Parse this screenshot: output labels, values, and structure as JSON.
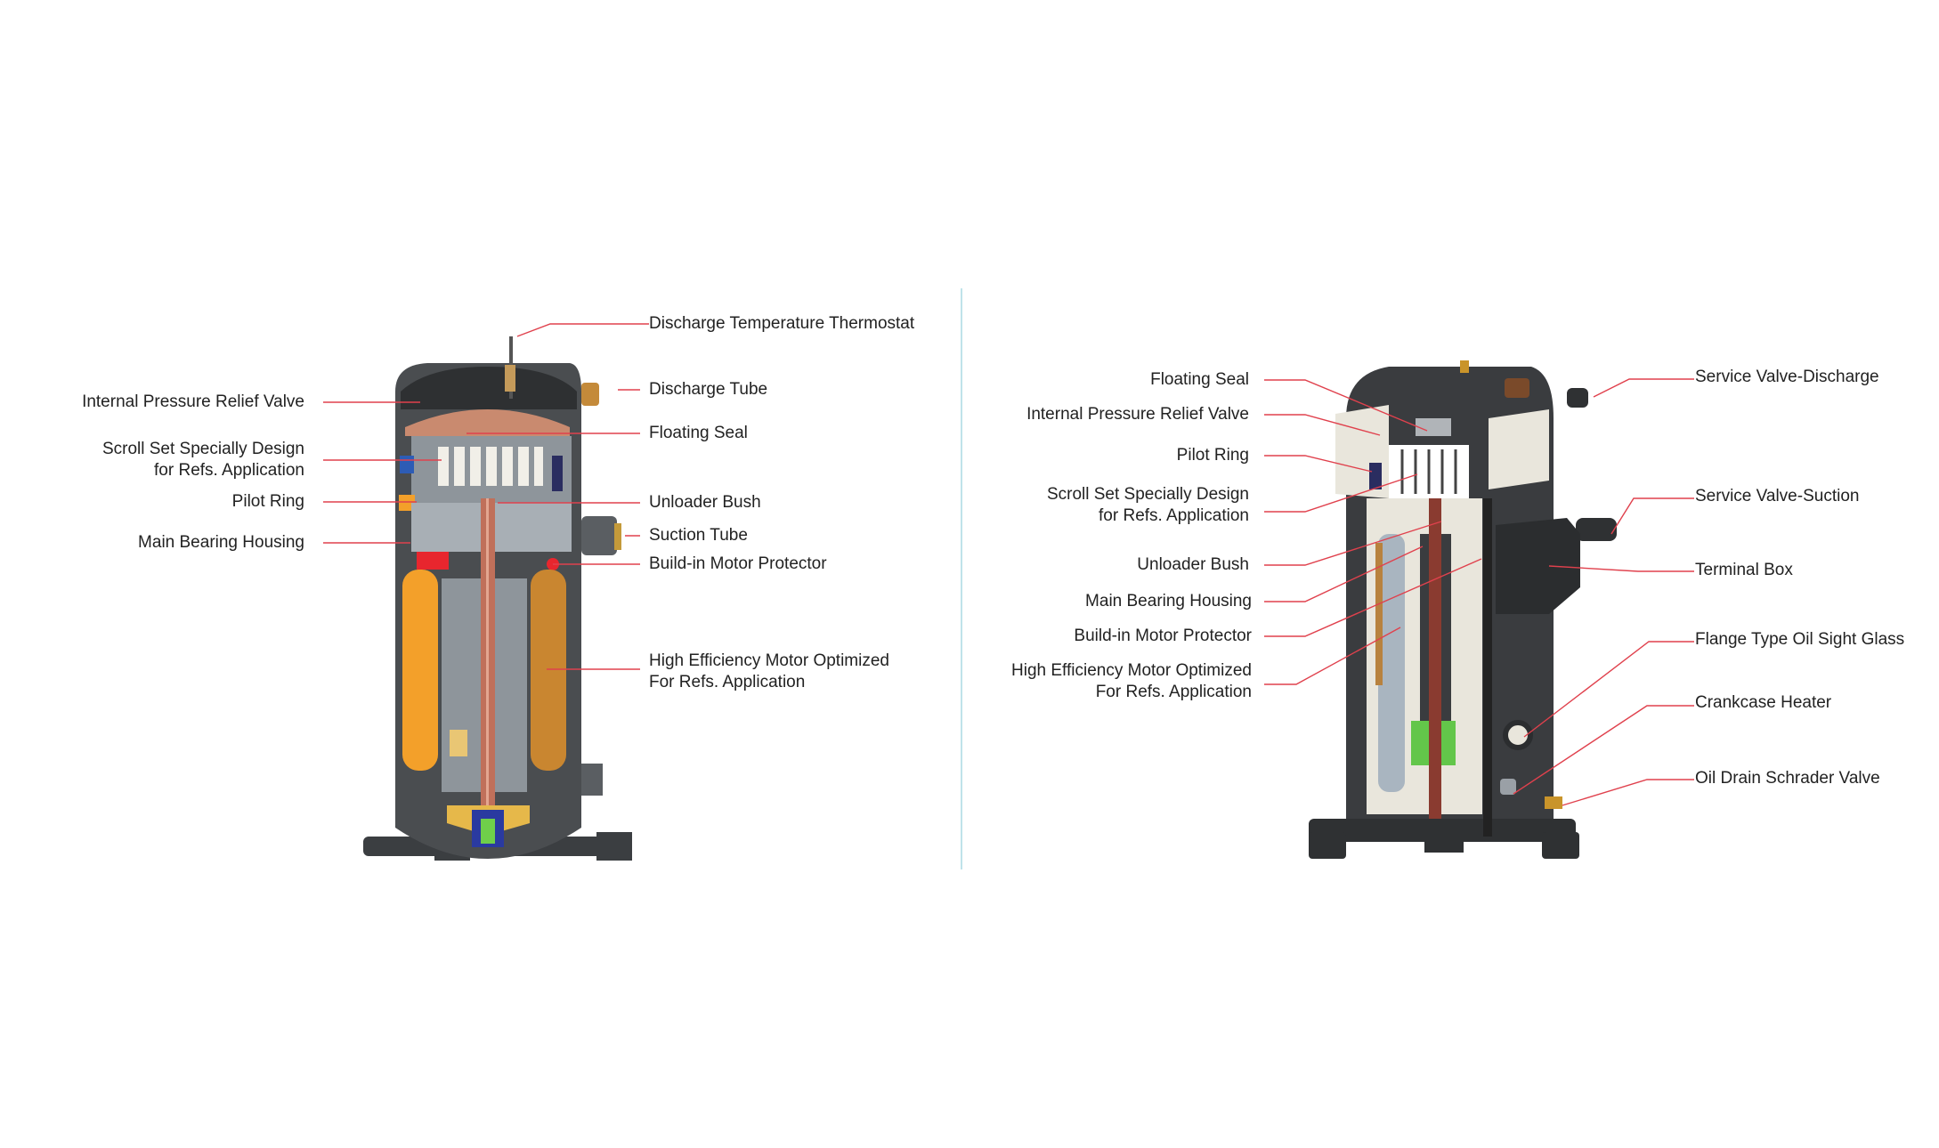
{
  "left_diagram": {
    "left_labels": [
      "Internal Pressure Relief Valve",
      "Scroll Set Specially Design\nfor Refs. Application",
      "Pilot Ring",
      "Main Bearing Housing"
    ],
    "right_labels": [
      "Discharge Temperature Thermostat",
      "Discharge Tube",
      "Floating Seal",
      "Unloader Bush",
      "Suction Tube",
      "Build-in Motor Protector",
      "High Efficiency Motor Optimized\nFor Refs. Application"
    ]
  },
  "right_diagram": {
    "left_labels": [
      "Floating Seal",
      "Internal Pressure Relief Valve",
      "Pilot Ring",
      "Scroll Set Specially Design\nfor Refs. Application",
      "Unloader Bush",
      "Main Bearing Housing",
      "Build-in Motor Protector",
      "High Efficiency Motor Optimized\nFor Refs. Application"
    ],
    "right_labels": [
      "Service Valve-Discharge",
      "Service Valve-Suction",
      "Terminal Box",
      "Flange Type Oil Sight Glass",
      "Crankcase Heater",
      "Oil Drain Schrader Valve"
    ]
  },
  "colors": {
    "leader": "#e0414d",
    "divider": "#bfe3ea",
    "shell": "#4a4d50",
    "winding": "#f3a02a",
    "copper": "#c0705a"
  }
}
